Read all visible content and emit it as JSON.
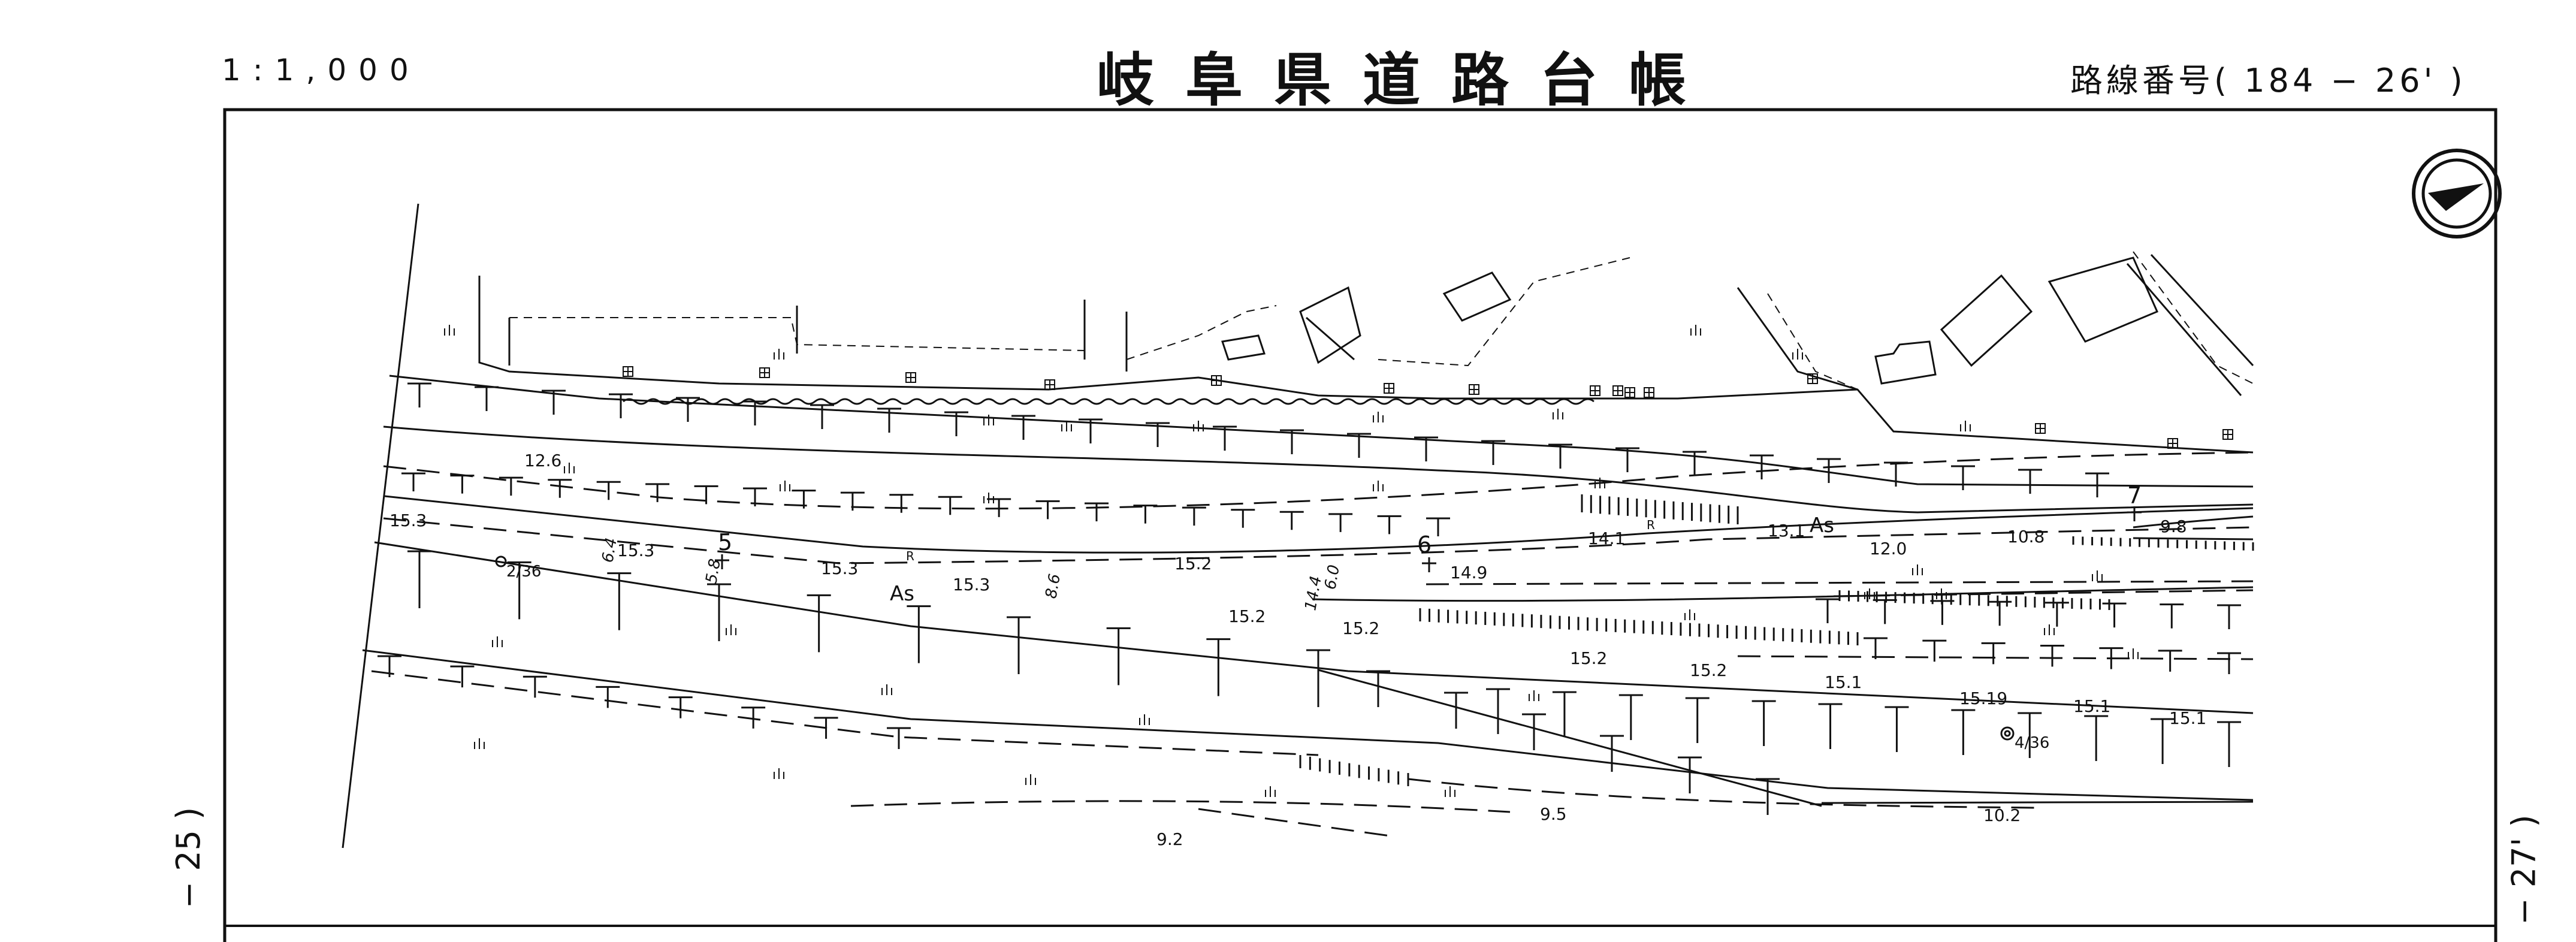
{
  "header": {
    "scale": "1:1,000",
    "title": "岐阜県道路台帳",
    "route_label": "路線番号(",
    "route_number": "184",
    "route_dash": "−",
    "route_sheet": "26'",
    "route_close": ")"
  },
  "sheet_refs": {
    "left": "− 25 )",
    "right": "− 27' )"
  },
  "north_arrow": "north-arrow-icon",
  "map": {
    "elevations": [
      "12.6",
      "15.3",
      "15.3",
      "15.3",
      "15.3",
      "15.2",
      "15.2",
      "15.2",
      "14.9",
      "14.1",
      "13.1",
      "12.0",
      "10.8",
      "9.8",
      "15.2",
      "15.2",
      "15.1",
      "15.19",
      "15.1",
      "15.1",
      "9.5",
      "9.2",
      "10.2"
    ],
    "widths": [
      "6.4",
      "5.8",
      "8.6",
      "6.0",
      "14.4"
    ],
    "surface": [
      "As",
      "As"
    ],
    "stations": [
      "5",
      "6",
      "7"
    ],
    "benchmarks": [
      "2/36",
      "4/36"
    ],
    "markers": [
      "R",
      "R"
    ],
    "colors": {
      "ink": "#111111",
      "paper": "#ffffff"
    }
  }
}
